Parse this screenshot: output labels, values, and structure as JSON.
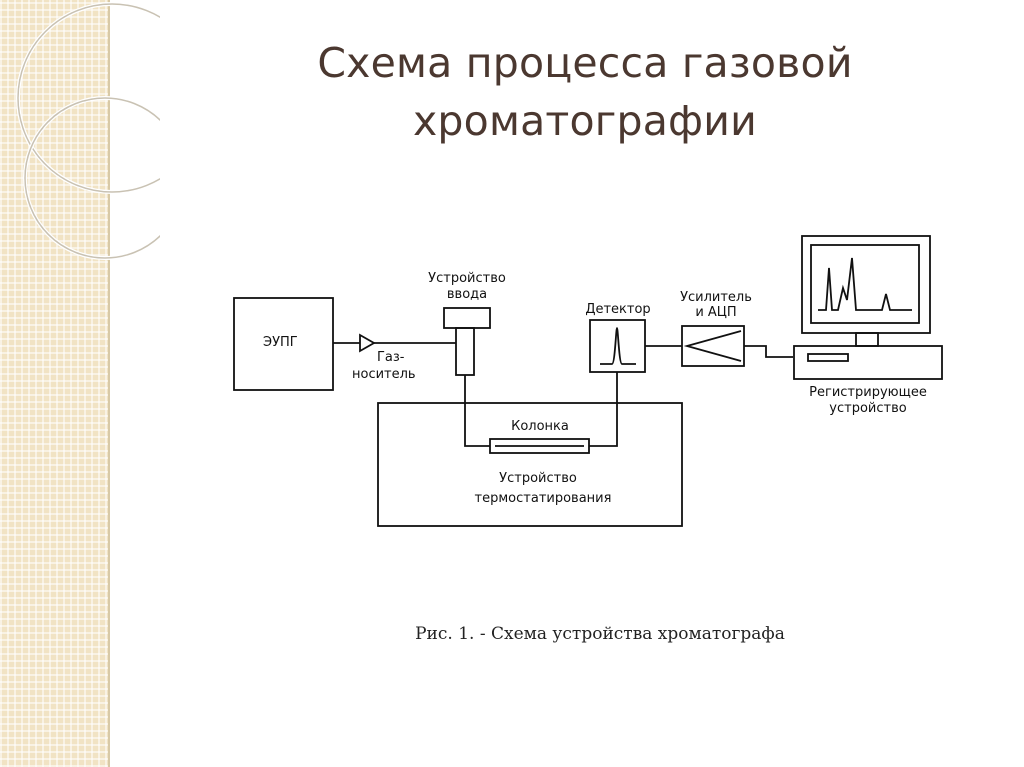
{
  "slide": {
    "title_line1": "Схема процесса газовой",
    "title_line2": "хроматографии",
    "caption": "Рис. 1. - Схема устройства хроматографа"
  },
  "diagram": {
    "labels": {
      "eupg": "ЭУПГ",
      "carrier_1": "Газ-",
      "carrier_2": "носитель",
      "injector_1": "Устройство",
      "injector_2": "ввода",
      "detector": "Детектор",
      "amplifier_1": "Усилитель",
      "amplifier_2": "и АЦП",
      "recorder_1": "Регистрирующее",
      "recorder_2": "устройство",
      "column": "Колонка",
      "thermostat_1": "Устройство",
      "thermostat_2": "термостатирования"
    }
  }
}
